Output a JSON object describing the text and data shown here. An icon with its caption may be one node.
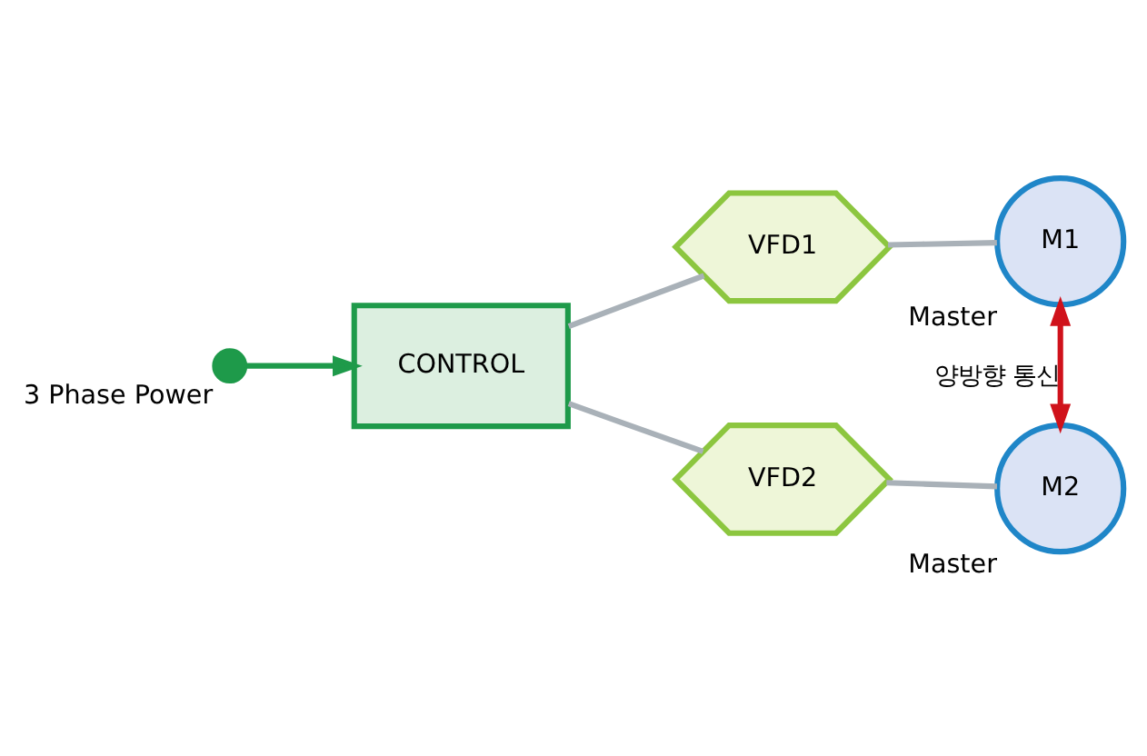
{
  "diagram": {
    "nodes": [
      {
        "text": [],
        "shape": "circle",
        "beside": [
          "3 Phase Power"
        ]
      },
      {
        "text": [
          "CONTROL"
        ]
      },
      {
        "text": [
          "VFD1"
        ]
      },
      {
        "text": [
          "VFD2"
        ]
      },
      {
        "text": [
          "M1"
        ],
        "beside": [
          "Master"
        ]
      },
      {
        "text": [
          "M2"
        ],
        "beside": [
          "Master"
        ]
      }
    ],
    "edges": [
      {
        "from": 0,
        "to": 1,
        "arrow": "to",
        "color": "#1e9a4a"
      },
      {
        "from": 1,
        "to": 2,
        "arrow": "none"
      },
      {
        "from": 1,
        "to": 3,
        "arrow": "none"
      },
      {
        "from": 2,
        "to": 4,
        "arrow": "none"
      },
      {
        "from": 3,
        "to": 5,
        "arrow": "none"
      },
      {
        "from": 4,
        "to": 5,
        "arrow": "both",
        "label": "양방향 통신",
        "color": "#d0121b"
      }
    ]
  }
}
